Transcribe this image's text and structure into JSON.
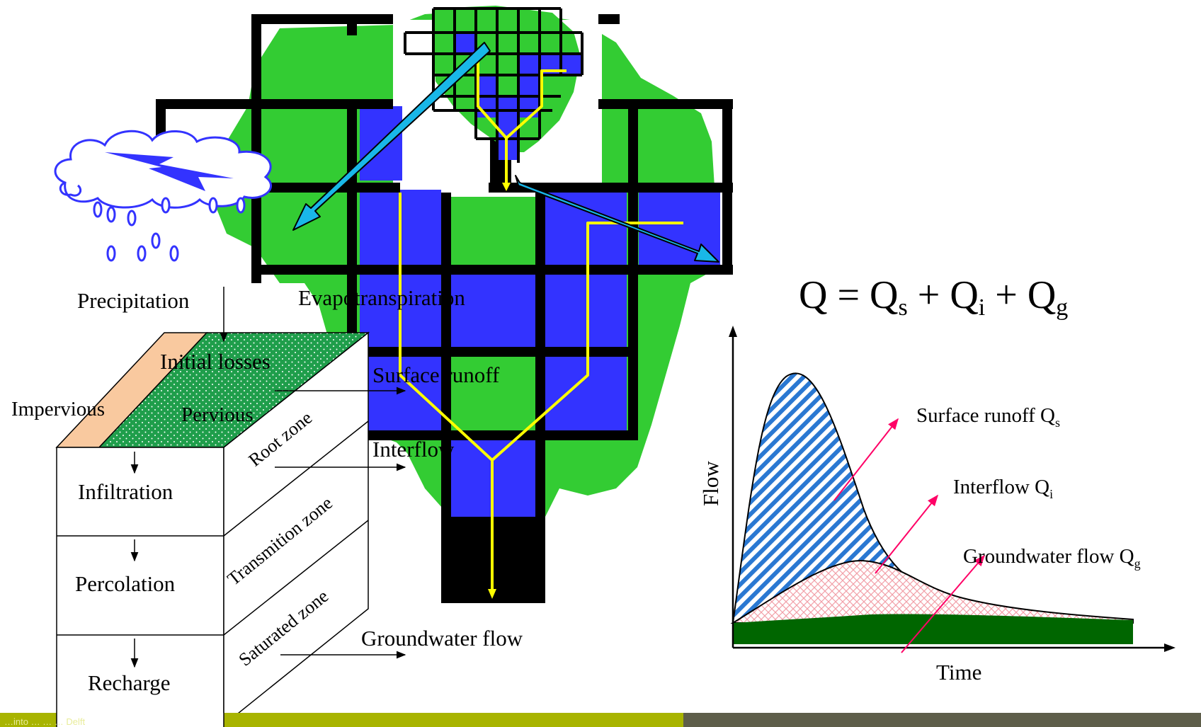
{
  "colors": {
    "land_green": "#33cc33",
    "cell_blue": "#3333ff",
    "grid_black": "#000000",
    "river_yellow": "#ffff00",
    "arrow_cyan": "#19b7e8",
    "impervious_peach": "#f9c99f",
    "pervious_green": "#1f9e4b",
    "surface_runoff_blue": "#2a78d2",
    "interflow_pink": "#f2a0a8",
    "groundwater_darkgreen": "#006600",
    "pointer_magenta": "#ff0066",
    "footer_olive": "#a8b400",
    "footer_dark": "#5e5e4a"
  },
  "icons": {
    "cloud": "storm-cloud-icon",
    "lightning": "lightning-bolt-icon",
    "drops": "rain-drop-icon"
  },
  "labels": {
    "precipitation": "Precipitation",
    "evapotranspiration": "Evapotranspiration",
    "initial_losses": "Initial losses",
    "impervious": "Impervious",
    "pervious": "Pervious",
    "surface_runoff": "Surface runoff",
    "interflow": "Interflow",
    "groundwater": "Groundwater flow",
    "infiltration": "Infiltration",
    "percolation": "Percolation",
    "recharge": "Recharge",
    "root_zone": "Root zone",
    "transmition_zone": "Transmition zone",
    "saturated_zone": "Saturated zone"
  },
  "equation": {
    "lhs": "Q",
    "eq": "=",
    "q": "Q",
    "plus": "+",
    "sub_s": "s",
    "sub_i": "i",
    "sub_g": "g"
  },
  "hydrograph": {
    "ylabel": "Flow",
    "xlabel": "Time",
    "surface_label": "Surface runoff Q",
    "surface_sub": "s",
    "interflow_label": "Interflow Q",
    "interflow_sub": "i",
    "groundwater_label": "Groundwater flow Q",
    "groundwater_sub": "g"
  },
  "footer": {
    "left_text": "…into … … … Delft"
  }
}
